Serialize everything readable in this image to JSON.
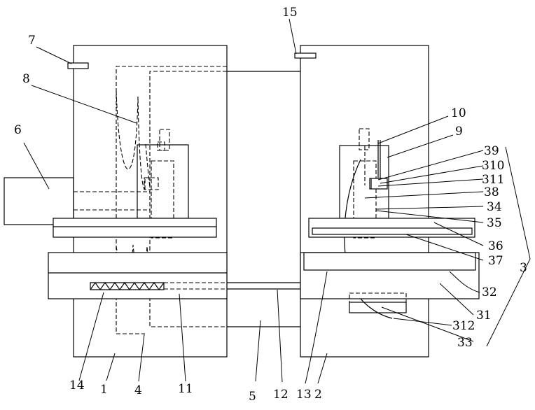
{
  "figure": {
    "labels": {
      "l1": "1",
      "l2": "2",
      "l3": "3",
      "l4": "4",
      "l5": "5",
      "l6": "6",
      "l7": "7",
      "l8": "8",
      "l9": "9",
      "l10": "10",
      "l11": "11",
      "l12": "12",
      "l13": "13",
      "l14": "14",
      "l15": "15",
      "l31": "31",
      "l32": "32",
      "l33": "33",
      "l34": "34",
      "l35": "35",
      "l36": "36",
      "l37": "37",
      "l38": "38",
      "l39": "39",
      "l310": "310",
      "l311": "311",
      "l312": "312"
    }
  }
}
